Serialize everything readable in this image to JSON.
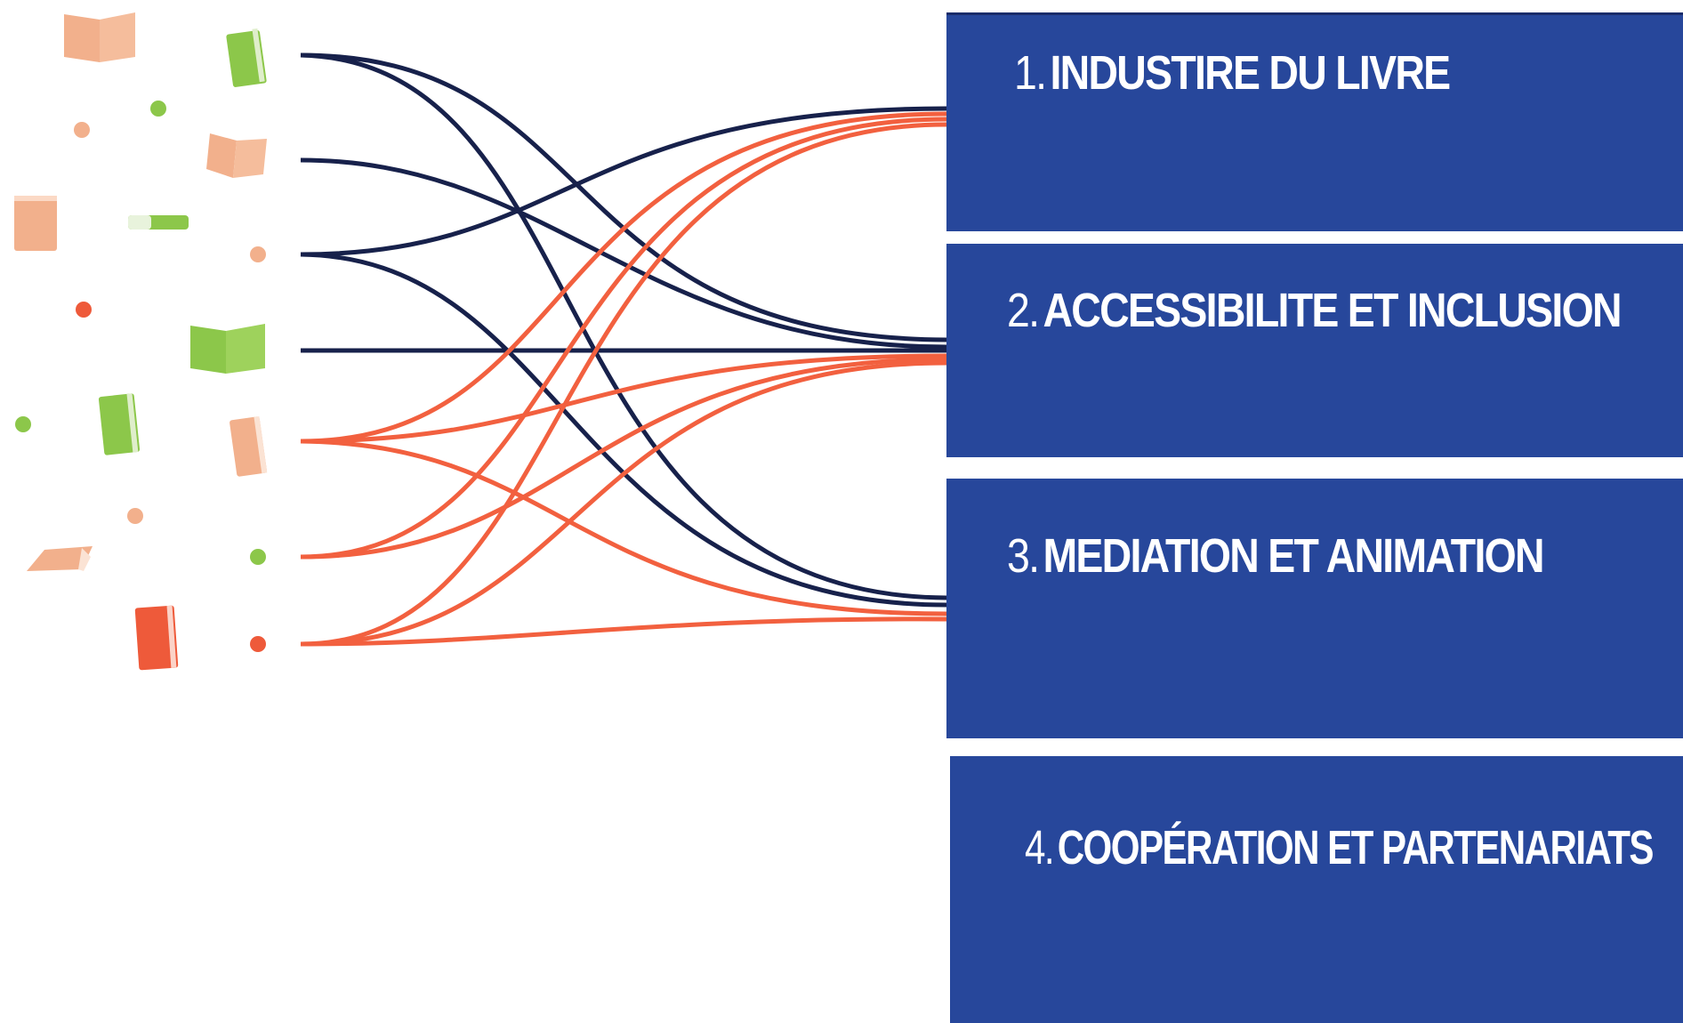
{
  "colors": {
    "panel_blue": "#27479b",
    "navy_line": "#17214b",
    "orange_line": "#f2603f",
    "peach": "#f2b08c",
    "green": "#8cc74a",
    "red": "#ee5a3a"
  },
  "icons": [
    "open-book-icon",
    "closed-book-icon",
    "dot-icon"
  ],
  "panels": [
    {
      "number": "1.",
      "title": "INDUSTIRE DU LIVRE"
    },
    {
      "number": "2.",
      "title": "ACCESSIBILITE ET INCLUSION"
    },
    {
      "number": "3.",
      "title": "MEDIATION ET ANIMATION"
    },
    {
      "number": "4.",
      "title": "COOPÉRATION ET PARTENARIATS"
    }
  ]
}
